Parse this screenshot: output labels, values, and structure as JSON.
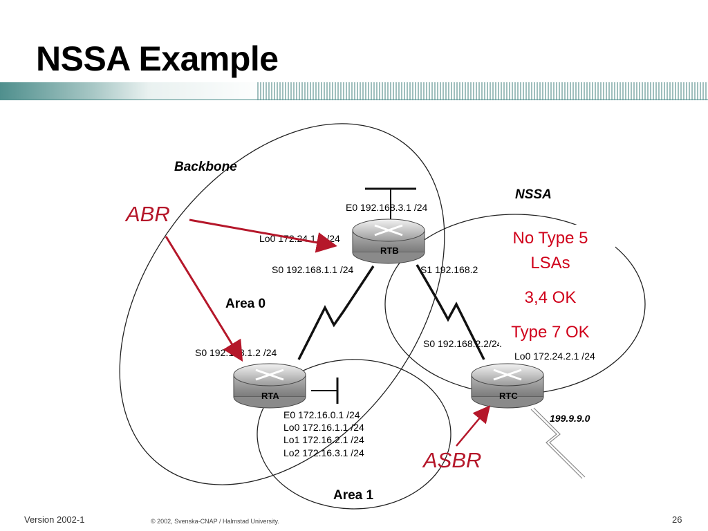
{
  "slide": {
    "title": "NSSA Example",
    "footer_version": "Version 2002-1",
    "footer_copyright": "© 2002, Svenska-CNAP / Halmstad University.",
    "page_number": "26"
  },
  "colors": {
    "band_teal": "#4f8f8d",
    "arrow_red": "#b5172a",
    "note_red": "#d0021b"
  },
  "diagram": {
    "areas": {
      "backbone": "Backbone",
      "area0": "Area 0",
      "nssa": "NSSA",
      "area1": "Area 1"
    },
    "routers": {
      "rtb": {
        "name": "RTB",
        "e0": "E0 192.168.3.1 /24",
        "lo0": "Lo0 172.24.1.1 /24",
        "s0": "S0 192.168.1.1 /24",
        "s1": "S1 192.168.2"
      },
      "rta": {
        "name": "RTA",
        "s0": "S0 192.168.1.2 /24",
        "e0": "E0 172.16.0.1 /24",
        "lo0": "Lo0 172.16.1.1 /24",
        "lo1": "Lo1 172.16.2.1 /24",
        "lo2": "Lo2 172.16.3.1 /24"
      },
      "rtc": {
        "name": "RTC",
        "s0": "S0 192.168.2.2/24",
        "lo0": "Lo0 172.24.2.1 /24",
        "external": "199.9.9.0"
      }
    },
    "callouts": {
      "abr": "ABR",
      "asbr": "ASBR"
    },
    "notes": {
      "line1": "No Type 5",
      "line2": "LSAs",
      "line3": "3,4 OK",
      "line4": "Type 7 OK"
    }
  }
}
